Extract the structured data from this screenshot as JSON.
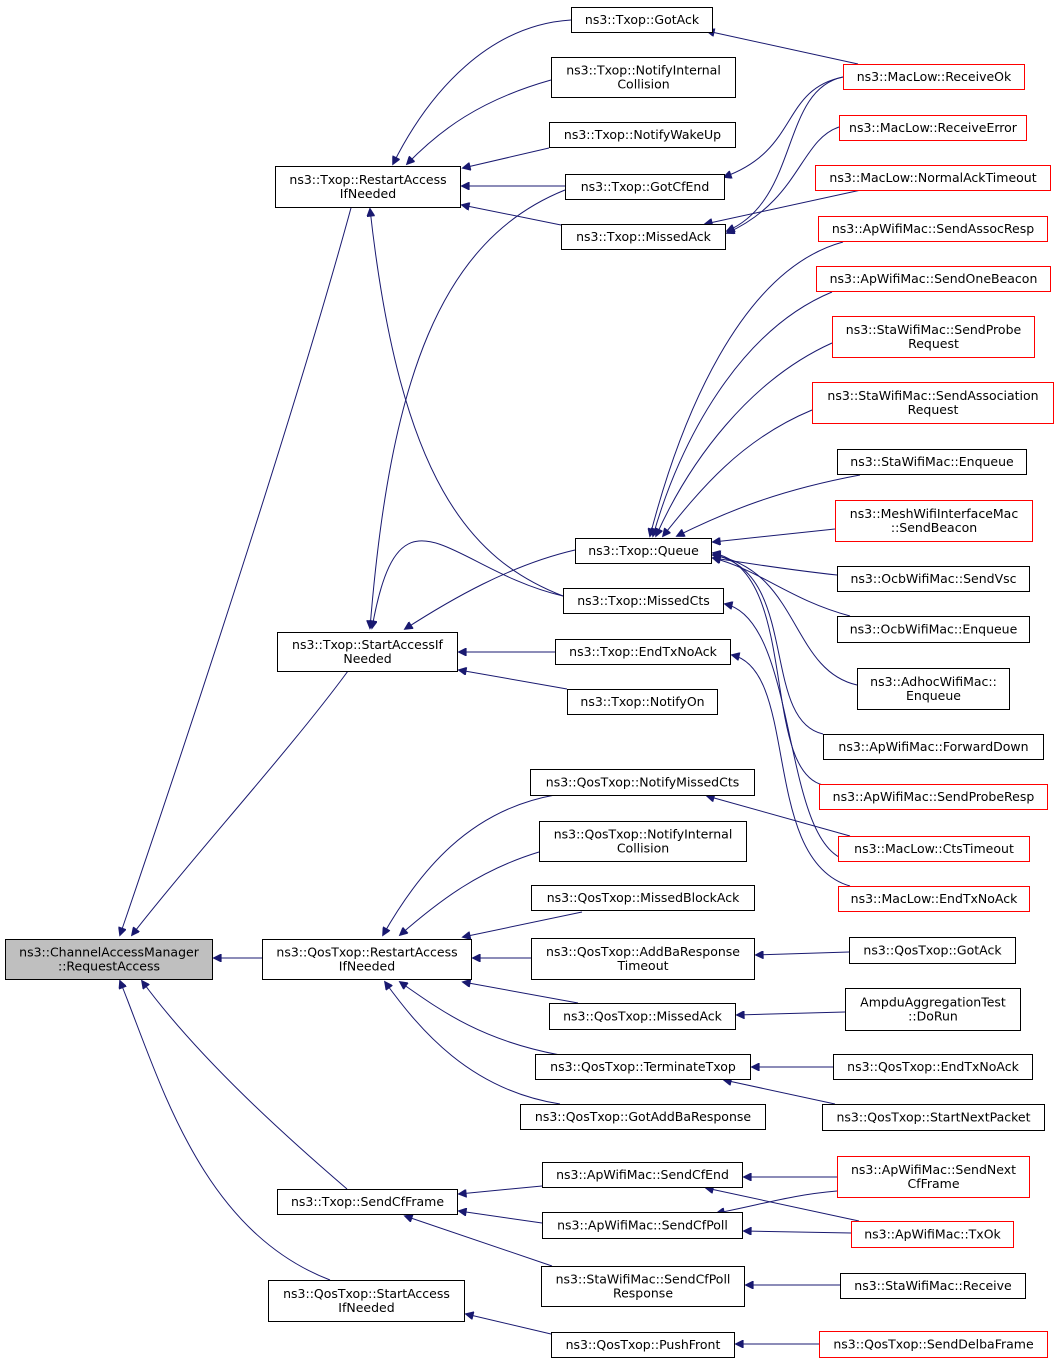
{
  "graph": {
    "colors": {
      "edge": "#191970",
      "border_normal": "#000000",
      "border_truncated": "#ff0000",
      "root_fill": "#bfbfbf",
      "node_fill": "#ffffff"
    },
    "nodes": [
      {
        "id": "n0",
        "lines": [
          "ns3::ChannelAccessManager",
          "::RequestAccess"
        ],
        "style": "root"
      },
      {
        "id": "n1",
        "lines": [
          "ns3::Txop::RestartAccess",
          "IfNeeded"
        ],
        "style": "normal"
      },
      {
        "id": "n2",
        "lines": [
          "ns3::Txop::StartAccessIf",
          "Needed"
        ],
        "style": "normal"
      },
      {
        "id": "n3",
        "lines": [
          "ns3::QosTxop::RestartAccess",
          "IfNeeded"
        ],
        "style": "normal"
      },
      {
        "id": "n4",
        "lines": [
          "ns3::Txop::SendCfFrame"
        ],
        "style": "normal"
      },
      {
        "id": "n5",
        "lines": [
          "ns3::QosTxop::StartAccess",
          "IfNeeded"
        ],
        "style": "normal"
      },
      {
        "id": "n6",
        "lines": [
          "ns3::Txop::GotAck"
        ],
        "style": "normal"
      },
      {
        "id": "n7",
        "lines": [
          "ns3::Txop::NotifyInternal",
          "Collision"
        ],
        "style": "normal"
      },
      {
        "id": "n8",
        "lines": [
          "ns3::Txop::NotifyWakeUp"
        ],
        "style": "normal"
      },
      {
        "id": "n9",
        "lines": [
          "ns3::Txop::GotCfEnd"
        ],
        "style": "normal"
      },
      {
        "id": "n10",
        "lines": [
          "ns3::Txop::MissedAck"
        ],
        "style": "normal"
      },
      {
        "id": "n11",
        "lines": [
          "ns3::Txop::Queue"
        ],
        "style": "normal"
      },
      {
        "id": "n12",
        "lines": [
          "ns3::Txop::MissedCts"
        ],
        "style": "normal"
      },
      {
        "id": "n13",
        "lines": [
          "ns3::Txop::EndTxNoAck"
        ],
        "style": "normal"
      },
      {
        "id": "n14",
        "lines": [
          "ns3::Txop::NotifyOn"
        ],
        "style": "normal"
      },
      {
        "id": "n15",
        "lines": [
          "ns3::QosTxop::NotifyMissedCts"
        ],
        "style": "normal"
      },
      {
        "id": "n16",
        "lines": [
          "ns3::QosTxop::NotifyInternal",
          "Collision"
        ],
        "style": "normal"
      },
      {
        "id": "n17",
        "lines": [
          "ns3::QosTxop::MissedBlockAck"
        ],
        "style": "normal"
      },
      {
        "id": "n18",
        "lines": [
          "ns3::QosTxop::AddBaResponse",
          "Timeout"
        ],
        "style": "normal"
      },
      {
        "id": "n19",
        "lines": [
          "ns3::QosTxop::MissedAck"
        ],
        "style": "normal"
      },
      {
        "id": "n20",
        "lines": [
          "ns3::QosTxop::TerminateTxop"
        ],
        "style": "normal"
      },
      {
        "id": "n21",
        "lines": [
          "ns3::QosTxop::GotAddBaResponse"
        ],
        "style": "normal"
      },
      {
        "id": "n22",
        "lines": [
          "ns3::ApWifiMac::SendCfEnd"
        ],
        "style": "normal"
      },
      {
        "id": "n23",
        "lines": [
          "ns3::ApWifiMac::SendCfPoll"
        ],
        "style": "normal"
      },
      {
        "id": "n24",
        "lines": [
          "ns3::StaWifiMac::SendCfPoll",
          "Response"
        ],
        "style": "normal"
      },
      {
        "id": "n25",
        "lines": [
          "ns3::QosTxop::PushFront"
        ],
        "style": "normal"
      },
      {
        "id": "n26",
        "lines": [
          "ns3::MacLow::ReceiveOk"
        ],
        "style": "truncated"
      },
      {
        "id": "n27",
        "lines": [
          "ns3::MacLow::ReceiveError"
        ],
        "style": "truncated"
      },
      {
        "id": "n28",
        "lines": [
          "ns3::MacLow::NormalAckTimeout"
        ],
        "style": "truncated"
      },
      {
        "id": "n29",
        "lines": [
          "ns3::ApWifiMac::SendAssocResp"
        ],
        "style": "truncated"
      },
      {
        "id": "n30",
        "lines": [
          "ns3::ApWifiMac::SendOneBeacon"
        ],
        "style": "truncated"
      },
      {
        "id": "n31",
        "lines": [
          "ns3::StaWifiMac::SendProbe",
          "Request"
        ],
        "style": "truncated"
      },
      {
        "id": "n32",
        "lines": [
          "ns3::StaWifiMac::SendAssociation",
          "Request"
        ],
        "style": "truncated"
      },
      {
        "id": "n33",
        "lines": [
          "ns3::StaWifiMac::Enqueue"
        ],
        "style": "normal"
      },
      {
        "id": "n34",
        "lines": [
          "ns3::MeshWifiInterfaceMac",
          "::SendBeacon"
        ],
        "style": "truncated"
      },
      {
        "id": "n35",
        "lines": [
          "ns3::OcbWifiMac::SendVsc"
        ],
        "style": "normal"
      },
      {
        "id": "n36",
        "lines": [
          "ns3::OcbWifiMac::Enqueue"
        ],
        "style": "normal"
      },
      {
        "id": "n37",
        "lines": [
          "ns3::AdhocWifiMac::",
          "Enqueue"
        ],
        "style": "normal"
      },
      {
        "id": "n38",
        "lines": [
          "ns3::ApWifiMac::ForwardDown"
        ],
        "style": "normal"
      },
      {
        "id": "n39",
        "lines": [
          "ns3::ApWifiMac::SendProbeResp"
        ],
        "style": "truncated"
      },
      {
        "id": "n40",
        "lines": [
          "ns3::MacLow::CtsTimeout"
        ],
        "style": "truncated"
      },
      {
        "id": "n41",
        "lines": [
          "ns3::MacLow::EndTxNoAck"
        ],
        "style": "truncated"
      },
      {
        "id": "n42",
        "lines": [
          "ns3::QosTxop::GotAck"
        ],
        "style": "normal"
      },
      {
        "id": "n43",
        "lines": [
          "AmpduAggregationTest",
          "::DoRun"
        ],
        "style": "normal"
      },
      {
        "id": "n44",
        "lines": [
          "ns3::QosTxop::EndTxNoAck"
        ],
        "style": "normal"
      },
      {
        "id": "n45",
        "lines": [
          "ns3::QosTxop::StartNextPacket"
        ],
        "style": "normal"
      },
      {
        "id": "n46",
        "lines": [
          "ns3::ApWifiMac::SendNext",
          "CfFrame"
        ],
        "style": "truncated"
      },
      {
        "id": "n47",
        "lines": [
          "ns3::ApWifiMac::TxOk"
        ],
        "style": "truncated"
      },
      {
        "id": "n48",
        "lines": [
          "ns3::StaWifiMac::Receive"
        ],
        "style": "normal"
      },
      {
        "id": "n49",
        "lines": [
          "ns3::QosTxop::SendDelbaFrame"
        ],
        "style": "truncated"
      }
    ],
    "edges": [
      [
        "n1",
        "n0"
      ],
      [
        "n2",
        "n0"
      ],
      [
        "n3",
        "n0"
      ],
      [
        "n4",
        "n0"
      ],
      [
        "n5",
        "n0"
      ],
      [
        "n6",
        "n1"
      ],
      [
        "n7",
        "n1"
      ],
      [
        "n8",
        "n1"
      ],
      [
        "n9",
        "n1"
      ],
      [
        "n10",
        "n1"
      ],
      [
        "n12",
        "n1"
      ],
      [
        "n9",
        "n2"
      ],
      [
        "n11",
        "n2"
      ],
      [
        "n12",
        "n2"
      ],
      [
        "n13",
        "n2"
      ],
      [
        "n14",
        "n2"
      ],
      [
        "n15",
        "n3"
      ],
      [
        "n16",
        "n3"
      ],
      [
        "n17",
        "n3"
      ],
      [
        "n18",
        "n3"
      ],
      [
        "n19",
        "n3"
      ],
      [
        "n20",
        "n3"
      ],
      [
        "n21",
        "n3"
      ],
      [
        "n22",
        "n4"
      ],
      [
        "n23",
        "n4"
      ],
      [
        "n24",
        "n4"
      ],
      [
        "n25",
        "n5"
      ],
      [
        "n26",
        "n6"
      ],
      [
        "n26",
        "n9"
      ],
      [
        "n26",
        "n10"
      ],
      [
        "n27",
        "n10"
      ],
      [
        "n28",
        "n10"
      ],
      [
        "n29",
        "n11"
      ],
      [
        "n30",
        "n11"
      ],
      [
        "n31",
        "n11"
      ],
      [
        "n32",
        "n11"
      ],
      [
        "n33",
        "n11"
      ],
      [
        "n34",
        "n11"
      ],
      [
        "n35",
        "n11"
      ],
      [
        "n36",
        "n11"
      ],
      [
        "n37",
        "n11"
      ],
      [
        "n38",
        "n11"
      ],
      [
        "n39",
        "n11"
      ],
      [
        "n40",
        "n12"
      ],
      [
        "n41",
        "n13"
      ],
      [
        "n40",
        "n15"
      ],
      [
        "n42",
        "n18"
      ],
      [
        "n43",
        "n19"
      ],
      [
        "n44",
        "n20"
      ],
      [
        "n45",
        "n20"
      ],
      [
        "n46",
        "n22"
      ],
      [
        "n47",
        "n22"
      ],
      [
        "n46",
        "n23"
      ],
      [
        "n47",
        "n23"
      ],
      [
        "n48",
        "n24"
      ],
      [
        "n49",
        "n25"
      ]
    ]
  }
}
